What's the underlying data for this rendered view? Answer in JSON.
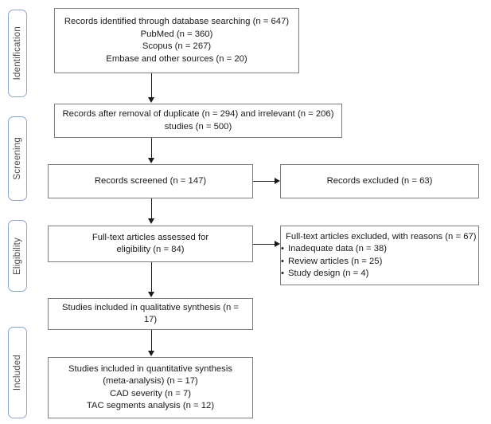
{
  "diagram": {
    "type": "prisma-flow-diagram",
    "title": "",
    "stages": [
      {
        "id": "identification",
        "label": "Identification"
      },
      {
        "id": "screening",
        "label": "Screening"
      },
      {
        "id": "eligibility",
        "label": "Eligibility"
      },
      {
        "id": "included",
        "label": "Included"
      }
    ],
    "boxes": {
      "identification": {
        "name": "records-identified",
        "text": "Records identified through database searching (n = 647)\nPubMed (n = 360)\nScopus (n = 267)\nEmbase and other sources (n = 20)"
      },
      "duplicates_removed": {
        "name": "records-after-duplicate-removal",
        "text": "Records after removal of duplicate (n = 294) and irrelevant (n = 206)\nstudies (n = 500)"
      },
      "screened": {
        "name": "records-screened",
        "text": "Records screened (n = 147)"
      },
      "excluded": {
        "name": "records-excluded",
        "text": "Records excluded (n = 63)"
      },
      "fulltext_assessed": {
        "name": "full-text-assessed",
        "text": "Full-text articles assessed for\neligibility (n = 84)"
      },
      "fulltext_excluded": {
        "name": "full-text-excluded-with-reasons",
        "heading": "Full-text articles excluded, with reasons (n = 67)",
        "reasons": [
          "Inadequate data (n = 38)",
          "Review articles (n = 25)",
          "Study design (n = 4)"
        ]
      },
      "qualitative": {
        "name": "studies-qualitative-synthesis",
        "text": "Studies included in qualitative synthesis (n = 17)"
      },
      "quantitative": {
        "name": "studies-quantitative-synthesis",
        "text": "Studies included in quantitative synthesis\n(meta-analysis) (n = 17)\nCAD severity (n = 7)\nTAC segments analysis (n = 12)"
      }
    },
    "counts": {
      "identified_total": 647,
      "pubmed": 360,
      "scopus": 267,
      "embase_and_other": 20,
      "duplicates": 294,
      "irrelevant": 206,
      "after_removal": 500,
      "screened": 147,
      "excluded": 63,
      "fulltext_assessed": 84,
      "fulltext_excluded": 67,
      "inadequate_data": 38,
      "review_articles": 25,
      "study_design": 4,
      "qualitative_synthesis": 17,
      "meta_analysis": 17,
      "cad_severity": 7,
      "tac_segments": 12
    },
    "colors": {
      "box_border": "#7d7d7d",
      "stage_border": "#8ba8cc",
      "connector": "#1a1a1a",
      "text": "#1a1a1a",
      "stage_text": "#4d4d4d",
      "background": "#ffffff"
    }
  }
}
